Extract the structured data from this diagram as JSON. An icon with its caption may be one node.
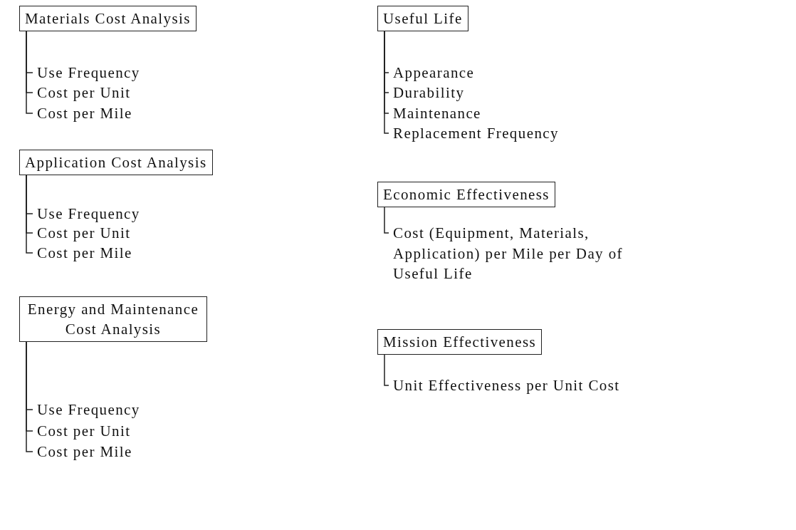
{
  "diagram": {
    "nodes": [
      {
        "text": [
          "Materials Cost Analysis"
        ]
      },
      {
        "text": [
          "Use Frequency"
        ]
      },
      {
        "text": [
          "Cost per Unit"
        ]
      },
      {
        "text": [
          "Cost per Mile"
        ]
      },
      {
        "text": [
          "Useful Life"
        ]
      },
      {
        "text": [
          "Appearance"
        ]
      },
      {
        "text": [
          "Durability"
        ]
      },
      {
        "text": [
          "Maintenance"
        ]
      },
      {
        "text": [
          "Replacement Frequency"
        ]
      },
      {
        "text": [
          "Application Cost Analysis"
        ]
      },
      {
        "text": [
          "Use Frequency"
        ]
      },
      {
        "text": [
          "Cost per Unit"
        ]
      },
      {
        "text": [
          "Cost per Mile"
        ]
      },
      {
        "text": [
          "Economic Effectiveness"
        ]
      },
      {
        "text": [
          "Cost (Equipment, Materials, Application) per Mile per Day of Useful Life"
        ]
      },
      {
        "text": [
          "Energy and Maintenance Cost Analysis"
        ]
      },
      {
        "text": [
          "Use Frequency"
        ]
      },
      {
        "text": [
          "Cost per Unit"
        ]
      },
      {
        "text": [
          "Cost per Mile"
        ]
      },
      {
        "text": [
          "Mission Effectiveness"
        ]
      },
      {
        "text": [
          "Unit Effectiveness per Unit Cost"
        ]
      }
    ],
    "edges": [
      {
        "from": 0,
        "to": 1,
        "arrow": "none"
      },
      {
        "from": 0,
        "to": 2,
        "arrow": "none"
      },
      {
        "from": 0,
        "to": 3,
        "arrow": "none"
      },
      {
        "from": 4,
        "to": 5,
        "arrow": "none"
      },
      {
        "from": 4,
        "to": 6,
        "arrow": "none"
      },
      {
        "from": 4,
        "to": 7,
        "arrow": "none"
      },
      {
        "from": 4,
        "to": 8,
        "arrow": "none"
      },
      {
        "from": 9,
        "to": 10,
        "arrow": "none"
      },
      {
        "from": 9,
        "to": 11,
        "arrow": "none"
      },
      {
        "from": 9,
        "to": 12,
        "arrow": "none"
      },
      {
        "from": 13,
        "to": 14,
        "arrow": "none"
      },
      {
        "from": 15,
        "to": 16,
        "arrow": "none"
      },
      {
        "from": 15,
        "to": 17,
        "arrow": "none"
      },
      {
        "from": 15,
        "to": 18,
        "arrow": "none"
      },
      {
        "from": 19,
        "to": 20,
        "arrow": "none"
      }
    ]
  }
}
